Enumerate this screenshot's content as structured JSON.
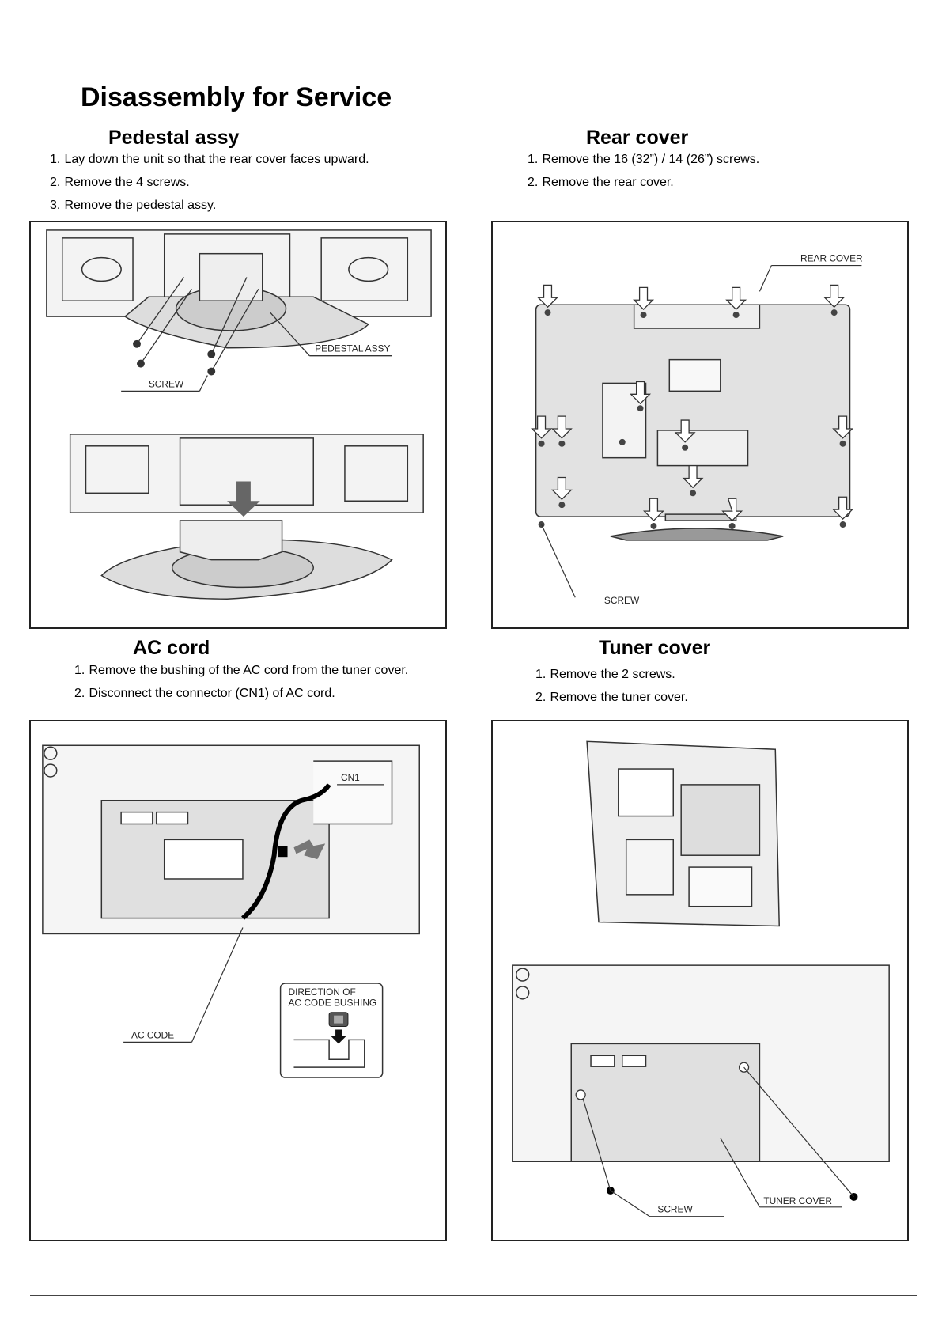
{
  "page": {
    "title": "Disassembly for Service"
  },
  "sections": [
    {
      "title": "Pedestal assy",
      "steps": [
        "Lay down the unit so that the rear cover faces upward.",
        "Remove the 4 screws.",
        "Remove the pedestal assy."
      ],
      "labels": {
        "screw": "SCREW",
        "pedestal": "PEDESTAL ASSY"
      }
    },
    {
      "title": "Rear cover",
      "steps": [
        "Remove the 16 (32”) / 14 (26”) screws.",
        "Remove the rear cover."
      ],
      "labels": {
        "rear": "REAR COVER",
        "screw": "SCREW"
      }
    },
    {
      "title": "AC cord",
      "steps": [
        "Remove the bushing of the AC cord from the tuner cover.",
        "Disconnect the connector (CN1) of AC cord."
      ],
      "labels": {
        "cn1": "CN1",
        "direction1": "DIRECTION OF",
        "direction2": "AC CODE BUSHING",
        "accode": "AC CODE"
      }
    },
    {
      "title": "Tuner cover",
      "steps": [
        "Remove the 2 screws.",
        "Remove the tuner cover."
      ],
      "labels": {
        "screw": "SCREW",
        "tuner": "TUNER COVER"
      }
    }
  ],
  "step_numbers": [
    "1.",
    "2.",
    "3."
  ]
}
